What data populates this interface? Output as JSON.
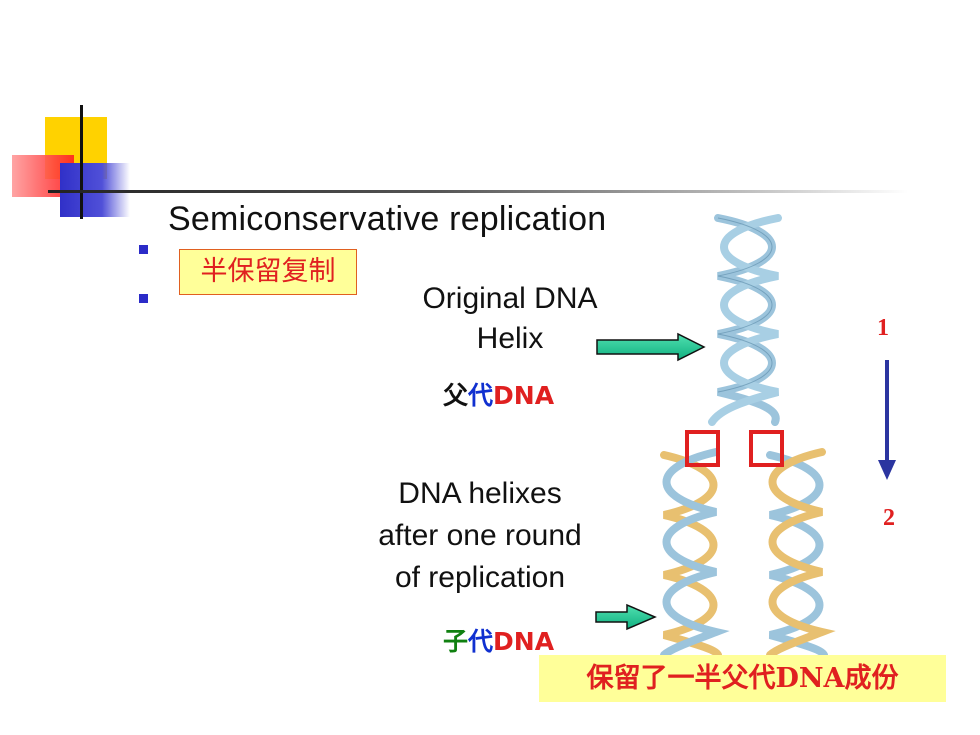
{
  "slide": {
    "heading": "Semiconservative replication",
    "cjk_label": "半保留复制",
    "original_label_line1": "Original DNA",
    "original_label_line2": "Helix",
    "parent_dna": {
      "part1": "父",
      "part2": "代",
      "part3": "DNA"
    },
    "after_label_line1": "DNA helixes",
    "after_label_line2": "after one round",
    "after_label_line3": "of replication",
    "daughter_dna": {
      "part1": "子",
      "part2": "代",
      "part3": "DNA"
    },
    "bottom_note": "保留了一半父代DNA成份",
    "step_start": "1",
    "step_end": "2"
  },
  "colors": {
    "bullet": "#2b2bc8",
    "label_red": "#e02020",
    "label_blue": "#1030d0",
    "label_green": "#108010",
    "arrow_fill": "#20c890",
    "highlight_yellow": "#ffff99",
    "helix_blue": "#9cc4dc",
    "helix_gold": "#e8c070"
  },
  "icons": [
    "right-arrow-icon",
    "down-arrow-icon",
    "marker-square-icon"
  ]
}
